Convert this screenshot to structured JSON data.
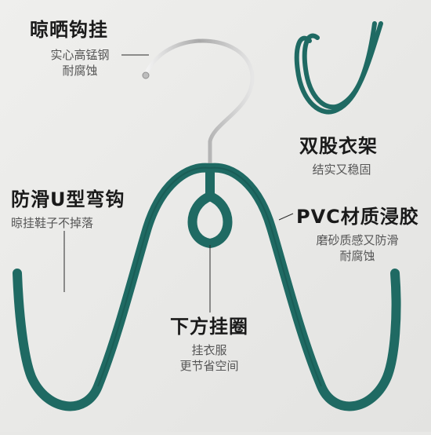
{
  "labels": {
    "top_left": {
      "title": "晾晒钩挂",
      "lines": [
        "实心高锰钢",
        "耐腐蚀"
      ]
    },
    "right_upper": {
      "title": "双股衣架",
      "lines": [
        "结实又稳固"
      ]
    },
    "left_mid": {
      "title": "防滑U型弯钩",
      "lines": [
        "晾挂鞋子不掉落"
      ]
    },
    "right_mid": {
      "title": "PVC材质浸胶",
      "lines": [
        "磨砂质感又防滑",
        "耐腐蚀"
      ]
    },
    "bottom_center": {
      "title": "下方挂圈",
      "lines": [
        "挂衣服",
        "更节省空间"
      ]
    }
  },
  "colors": {
    "coating": "#1f6a63",
    "coating_dark": "#144d47",
    "chrome": "#cfcfcf",
    "background": "#e8e8e6"
  }
}
